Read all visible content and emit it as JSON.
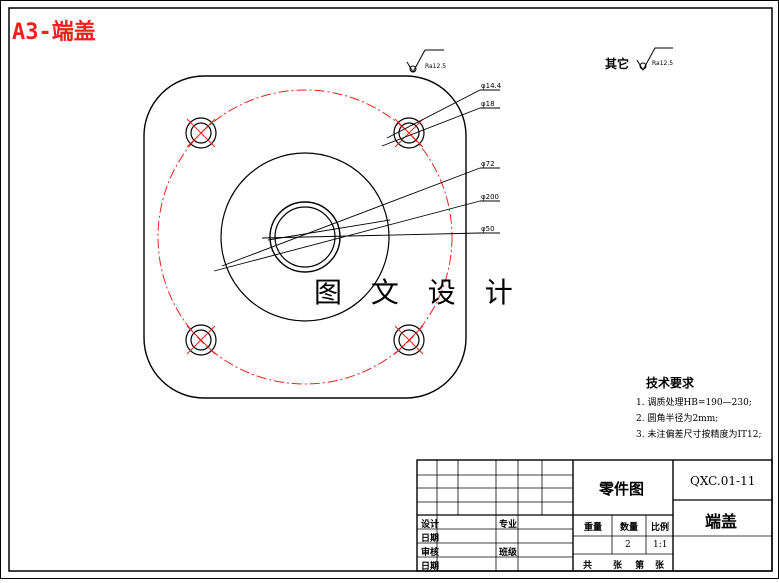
{
  "drawing": {
    "title": "A3-端盖",
    "watermark": "图 文 设 计",
    "roughness_top": "Ra12.5",
    "other_label": "其它",
    "roughness_other": "Ra12.5",
    "dimensions": [
      "φ14.4",
      "φ18",
      "φ72",
      "φ200",
      "φ50"
    ]
  },
  "tech_requirements": {
    "heading": "技术要求",
    "items": [
      "1. 调质处理HB=190—230;",
      "2. 圆角半径为2mm;",
      "3. 未注偏差尺寸按精度为IT12;"
    ]
  },
  "title_block": {
    "drawing_type": "零件图",
    "drawing_no": "QXC.01-11",
    "part_name": "端盖",
    "design": "设计",
    "check": "日期",
    "review": "审核",
    "date": "日期",
    "major": "专业",
    "class": "班级",
    "weight_label": "重量",
    "qty_label": "数量",
    "scale_label": "比例",
    "qty_value": "2",
    "scale_value": "1:1",
    "sheets_total": "共",
    "sheet_word": "张 第",
    "sheet_end": "张"
  }
}
